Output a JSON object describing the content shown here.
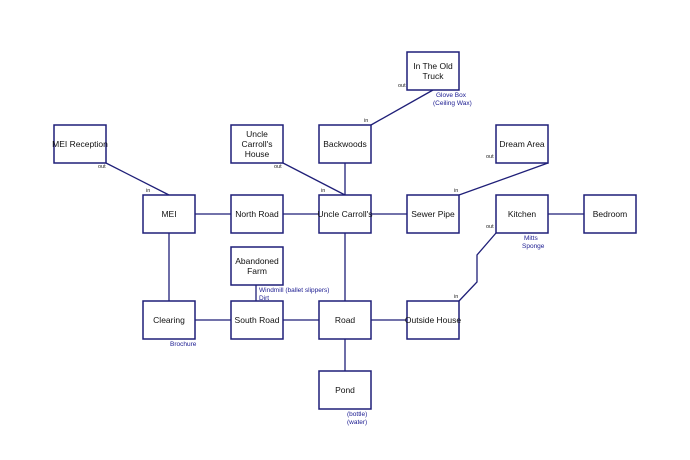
{
  "rooms": {
    "old_truck": [
      "In The Old",
      "Truck"
    ],
    "mei_reception": [
      "MEI Reception"
    ],
    "uncle_carrolls_house": [
      "Uncle",
      "Carroll's",
      "House"
    ],
    "backwoods": [
      "Backwoods"
    ],
    "dream_area": [
      "Dream Area"
    ],
    "mei": [
      "MEI"
    ],
    "north_road": [
      "North Road"
    ],
    "uncle_carrolls": [
      "Uncle Carroll's"
    ],
    "sewer_pipe": [
      "Sewer Pipe"
    ],
    "kitchen": [
      "Kitchen"
    ],
    "bedroom": [
      "Bedroom"
    ],
    "abandoned_farm": [
      "Abandoned",
      "Farm"
    ],
    "clearing": [
      "Clearing"
    ],
    "south_road": [
      "South Road"
    ],
    "road": [
      "Road"
    ],
    "outside_house": [
      "Outside House"
    ],
    "pond": [
      "Pond"
    ]
  },
  "directions": {
    "truck_out": "out",
    "backwoods_in": "in",
    "reception_out": "out",
    "mei_in": "in",
    "house_out": "out",
    "uncle_in": "in",
    "dream_out": "out",
    "sewer_in": "in",
    "kitchen_out": "out",
    "outside_in": "in"
  },
  "items": {
    "truck_1": "Glove Box",
    "truck_2": "(Ceiling Wax)",
    "kitchen_1": "Mitts",
    "kitchen_2": "Sponge",
    "farm_1": "Windmill (ballet slippers)",
    "farm_2": "Dirt",
    "clearing_1": "Brochure",
    "pond_1": "(bottle)",
    "pond_2": "(water)"
  }
}
